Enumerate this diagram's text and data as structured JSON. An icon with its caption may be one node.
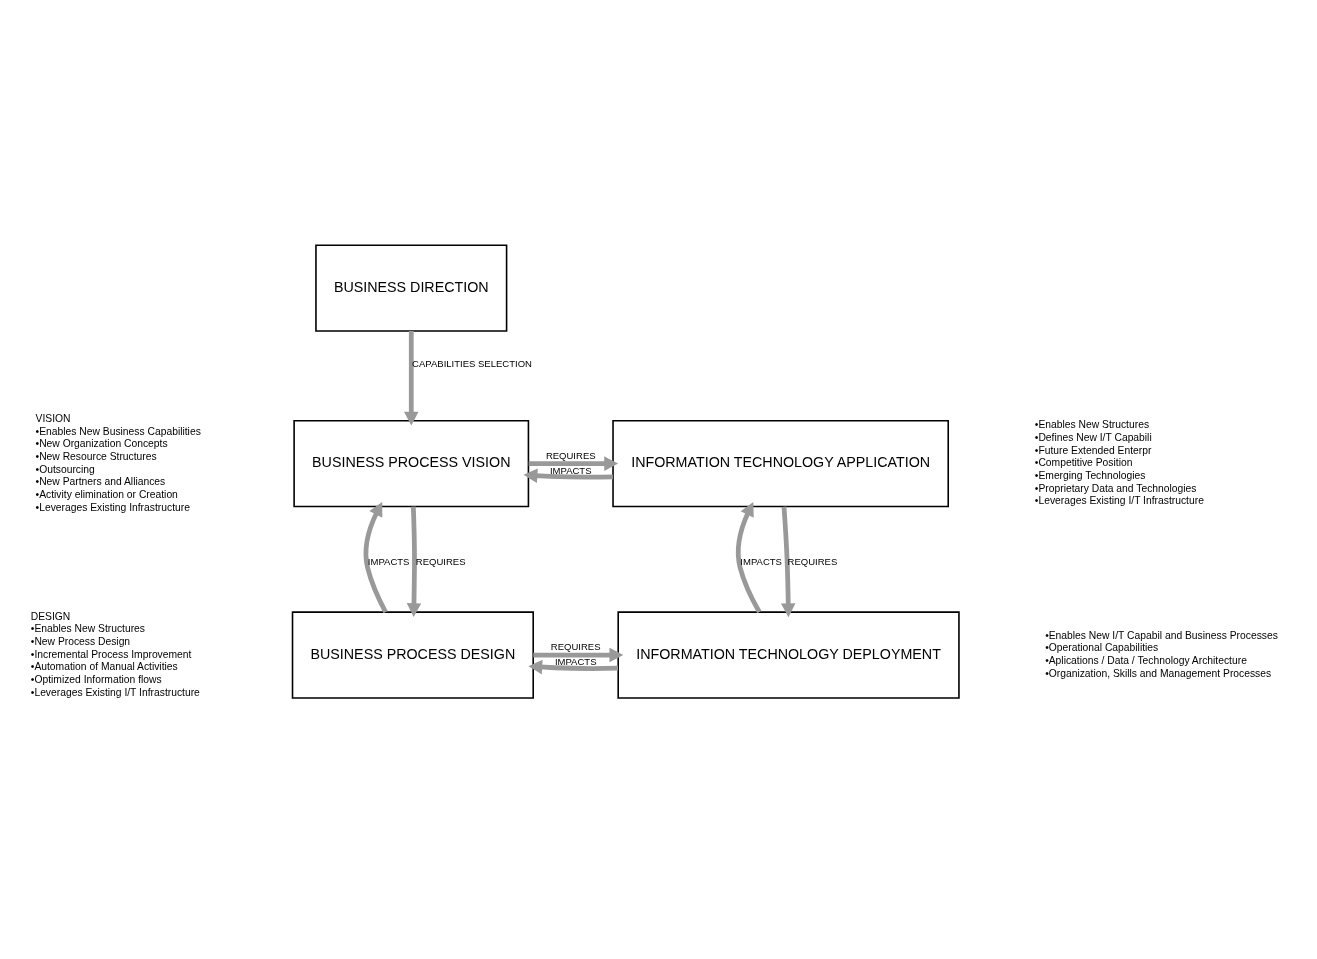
{
  "diagram": {
    "nodes": [
      {
        "text": [
          "BUSINESS DIRECTION"
        ]
      },
      {
        "text": [
          "BUSINESS PROCESS VISION"
        ],
        "beside": [
          "VISION",
          "•Enables New Business Capabilities",
          "•New Organization Concepts",
          "•New Resource Structures",
          "•Outsourcing",
          "•New Partners and Alliances",
          "•Activity elimination or Creation",
          "•Leverages Existing Infrastructure"
        ]
      },
      {
        "text": [
          "INFORMATION TECHNOLOGY APPLICATION"
        ],
        "beside": [
          "•Enables New Structures",
          "•Defines New I/T Capabili",
          "•Future Extended Enterpr",
          "•Competitive Position",
          "•Emerging Technologies",
          "•Proprietary Data and Technologies",
          "•Leverages Existing I/T Infrastructure"
        ]
      },
      {
        "text": [
          "BUSINESS PROCESS DESIGN"
        ],
        "beside": [
          "DESIGN",
          "•Enables New Structures",
          "•New Process Design",
          "•Incremental Process Improvement",
          "•Automation of Manual Activities",
          "•Optimized Information flows",
          "•Leverages Existing I/T Infrastructure"
        ]
      },
      {
        "text": [
          "INFORMATION TECHNOLOGY DEPLOYMENT"
        ],
        "beside": [
          "•Enables New I/T Capabil and Business Processes",
          "•Operational Capabilities",
          "•Aplications / Data / Technology Architecture",
          "•Organization, Skills and Management Processes"
        ]
      }
    ],
    "edges": [
      {
        "from": 0,
        "to": 1,
        "arrow": "to",
        "label": "CAPABILITIES SELECTION"
      },
      {
        "from": 2,
        "to": 1,
        "arrow": "to",
        "label": "IMPACTS"
      },
      {
        "from": 1,
        "to": 2,
        "arrow": "to",
        "label": "REQUIRES"
      },
      {
        "from": 3,
        "to": 1,
        "arrow": "to",
        "label": "IMPACTS"
      },
      {
        "from": 1,
        "to": 3,
        "arrow": "to",
        "label": "REQUIRES"
      },
      {
        "from": 4,
        "to": 2,
        "arrow": "to",
        "label": "IMPACTS"
      },
      {
        "from": 2,
        "to": 4,
        "arrow": "to",
        "label": "REQUIRES"
      },
      {
        "from": 3,
        "to": 4,
        "arrow": "to",
        "label": "REQUIRES"
      },
      {
        "from": 4,
        "to": 3,
        "arrow": "to",
        "label": "IMPACTS"
      }
    ]
  }
}
